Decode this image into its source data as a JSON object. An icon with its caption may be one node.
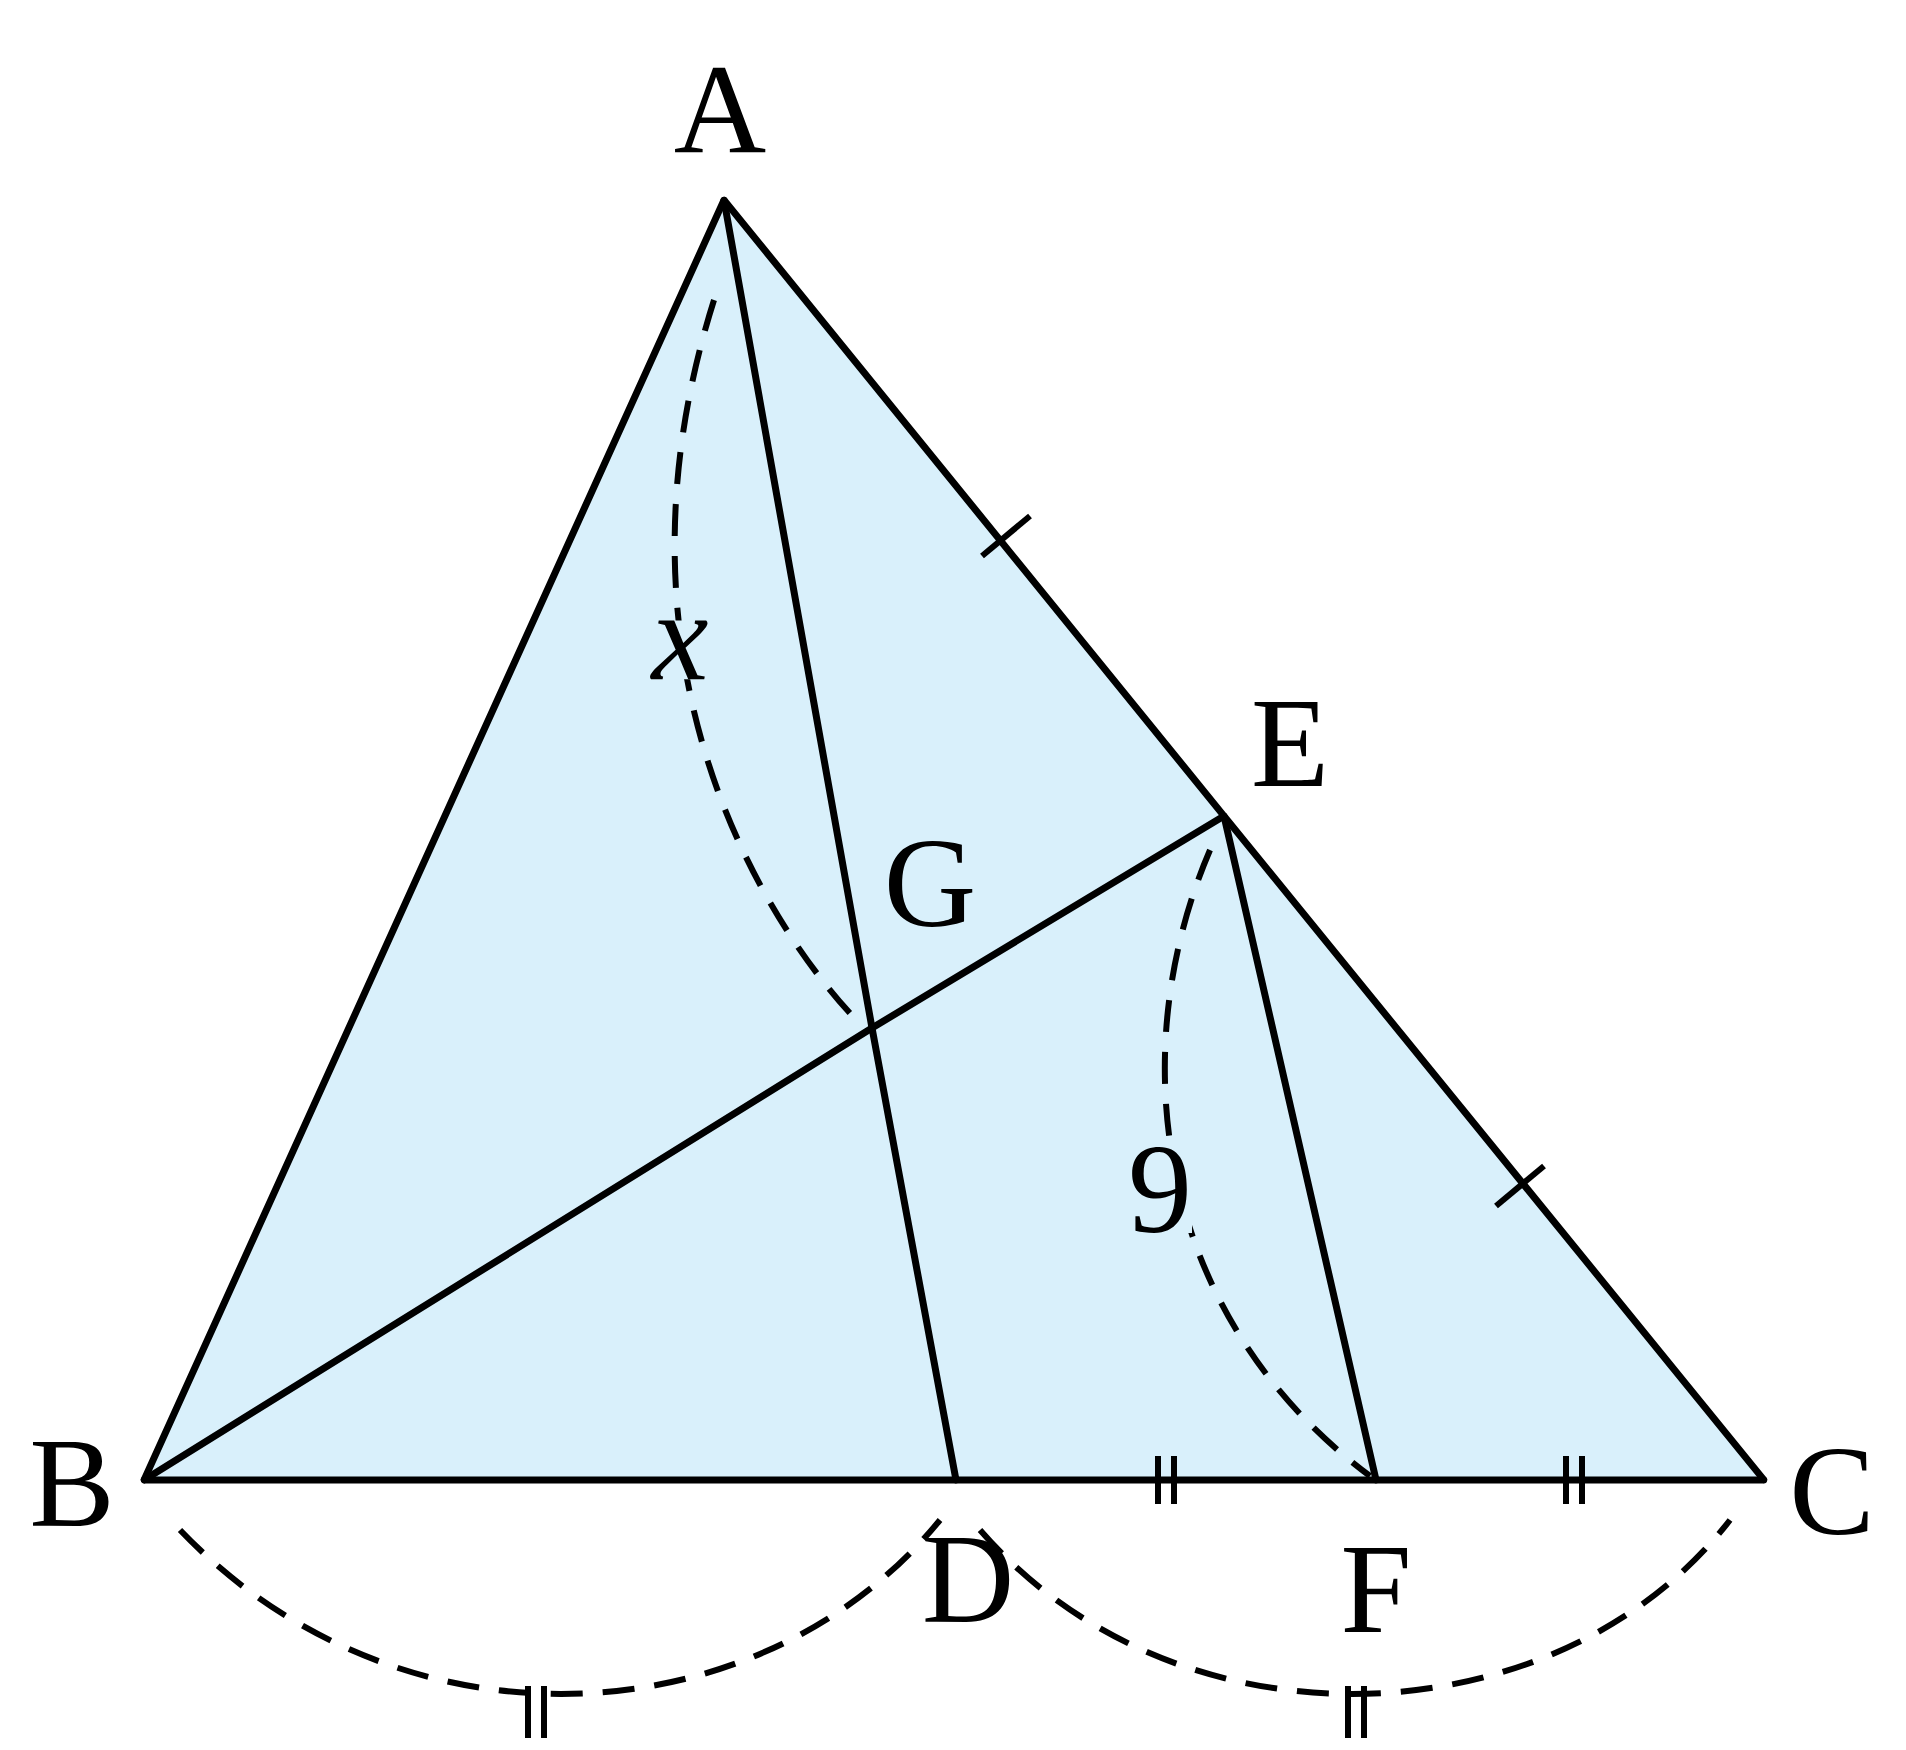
{
  "diagram": {
    "nodes": [
      {
        "text": [
          "A"
        ]
      },
      {
        "text": [
          "B"
        ]
      },
      {
        "text": [
          "C"
        ]
      },
      {
        "text": [
          "D"
        ]
      },
      {
        "text": [
          "E"
        ]
      },
      {
        "text": [
          "F"
        ]
      },
      {
        "text": [
          "G"
        ]
      }
    ],
    "edges": [
      {
        "from": 0,
        "to": 1,
        "arrow": "none"
      },
      {
        "from": 0,
        "to": 4,
        "arrow": "none"
      },
      {
        "from": 4,
        "to": 2,
        "arrow": "none"
      },
      {
        "from": 1,
        "to": 3,
        "arrow": "none"
      },
      {
        "from": 3,
        "to": 5,
        "arrow": "none"
      },
      {
        "from": 5,
        "to": 2,
        "arrow": "none"
      },
      {
        "from": 0,
        "to": 6,
        "arrow": "none"
      },
      {
        "from": 6,
        "to": 3,
        "arrow": "none"
      },
      {
        "from": 1,
        "to": 6,
        "arrow": "none"
      },
      {
        "from": 6,
        "to": 4,
        "arrow": "none"
      },
      {
        "from": 4,
        "to": 5,
        "arrow": "none"
      }
    ],
    "labels": [
      "x",
      "9"
    ]
  }
}
